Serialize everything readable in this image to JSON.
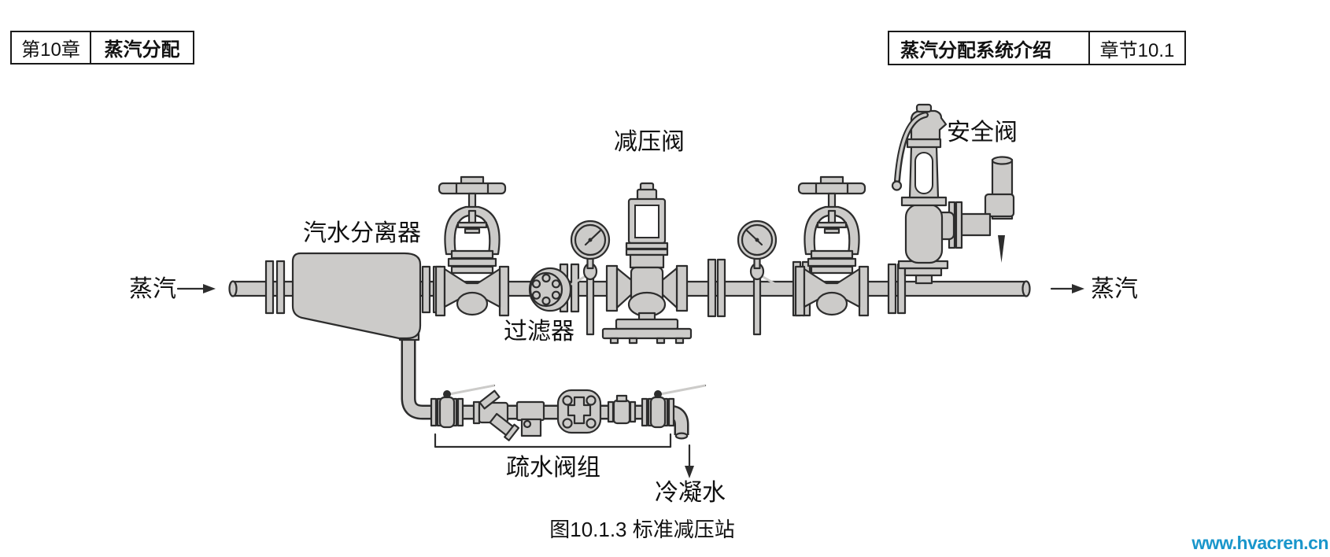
{
  "header_left": {
    "chapter": "第10章",
    "title": "蒸汽分配"
  },
  "header_right": {
    "title": "蒸汽分配系统介绍",
    "section": "章节10.1"
  },
  "diagram": {
    "labels": {
      "steam_in": "蒸汽",
      "separator": "汽水分离器",
      "strainer": "过滤器",
      "prv": "减压阀",
      "safety_valve": "安全阀",
      "steam_out": "蒸汽",
      "trap_set": "疏水阀组",
      "condensate": "冷凝水"
    },
    "caption": "图10.1.3 标准减压站",
    "colors": {
      "equipment_fill": "#cccbc9",
      "outline": "#2d2d2d",
      "watermark_blue": "#1996cb"
    }
  },
  "watermark": "www.hvacren.cn"
}
